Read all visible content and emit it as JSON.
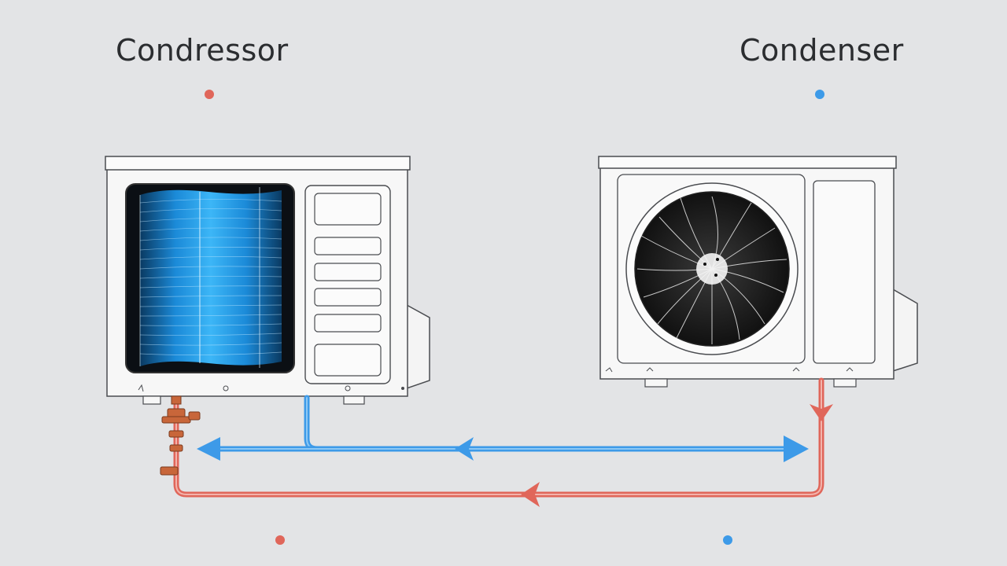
{
  "labels": {
    "left": "Condressor",
    "right": "Condenser"
  },
  "colors": {
    "background": "#e3e4e6",
    "hot_line": "#e0665a",
    "cold_line": "#3d9ae8",
    "coil_blue": "#2aa4f0",
    "unit_body": "#f7f7f7",
    "outline": "#4a4c50",
    "fitting": "#c8663a"
  },
  "icons": {
    "left_unit": "coil-unit-icon",
    "right_unit": "fan-unit-icon",
    "hot_pipe": "refrigerant-line-hot",
    "cold_pipe": "refrigerant-line-cold"
  },
  "markers": {
    "top_left": "hot",
    "top_right": "cold",
    "bottom_left": "hot",
    "bottom_right": "cold"
  }
}
